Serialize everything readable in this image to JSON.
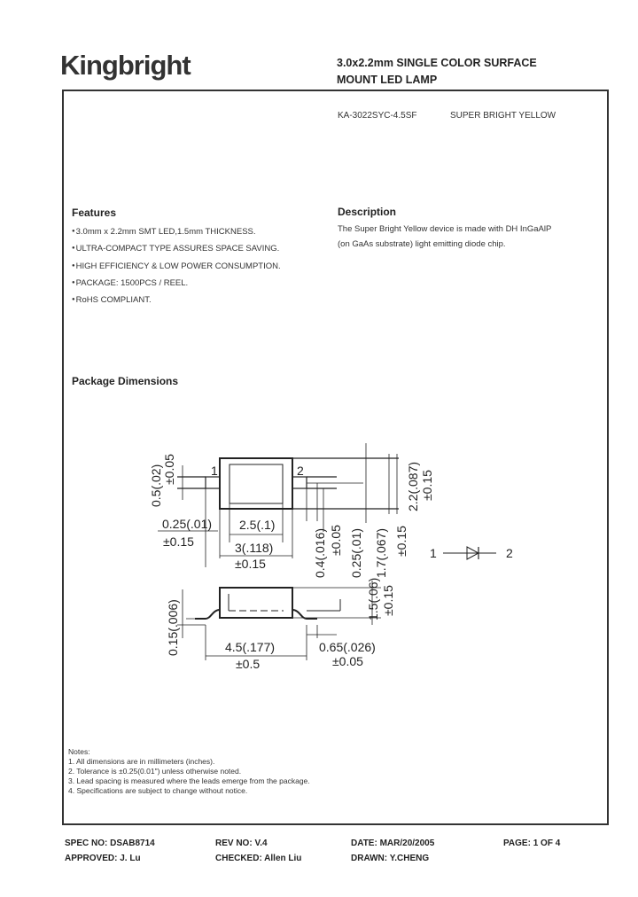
{
  "header": {
    "logo": "Kingbright",
    "title_line1": "3.0x2.2mm SINGLE COLOR SURFACE",
    "title_line2": "MOUNT LED LAMP"
  },
  "part": {
    "number": "KA-3022SYC-4.5SF",
    "description": "SUPER BRIGHT YELLOW"
  },
  "features": {
    "heading": "Features",
    "items": [
      "3.0mm x 2.2mm SMT LED,1.5mm THICKNESS.",
      "ULTRA-COMPACT TYPE ASSURES SPACE SAVING.",
      "HIGH EFFICIENCY & LOW POWER CONSUMPTION.",
      "PACKAGE: 1500PCS / REEL.",
      "RoHS COMPLIANT."
    ]
  },
  "description": {
    "heading": "Description",
    "line1": "The Super Bright Yellow device is made with DH InGaAlP",
    "line2": "(on GaAs substrate) light emitting diode chip."
  },
  "package": {
    "heading": "Package Dimensions",
    "pin1": "1",
    "pin2": "2",
    "schematic_pin1": "1",
    "schematic_pin2": "2",
    "dims": {
      "lead_height": "0.5(.02)",
      "lead_height_tol": "±0.05",
      "lead_w": "0.25(.01)",
      "lead_w_tol": "±0.15",
      "inner_w": "2.5(.1)",
      "body_w": "3(.118)",
      "body_w_tol": "±0.15",
      "v1": "0.4(.016)",
      "v1_tol": "±0.05",
      "v2": "0.25(.01)",
      "v3": "1.7(.067)",
      "v3_tol": "±0.15",
      "body_h": "2.2(.087)",
      "body_h_tol": "±0.15",
      "side_lead_t": "0.15(.006)",
      "total_len": "4.5(.177)",
      "total_len_tol": "±0.5",
      "pad": "0.65(.026)",
      "pad_tol": "±0.05",
      "thickness": "1.5(.06)",
      "thickness_tol": "±0.15"
    }
  },
  "notes": {
    "heading": "Notes:",
    "items": [
      "1. All dimensions are in millimeters (inches).",
      "2. Tolerance is ±0.25(0.01\") unless otherwise noted.",
      "3. Lead spacing is measured where the leads emerge from the package.",
      "4. Specifications are subject to change without notice."
    ]
  },
  "footer": {
    "spec_no": "SPEC NO: DSAB8714",
    "rev_no": "REV NO: V.4",
    "date": "DATE: MAR/20/2005",
    "page": "PAGE:  1 OF 4",
    "approved": "APPROVED: J. Lu",
    "checked": "CHECKED: Allen Liu",
    "drawn": "DRAWN: Y.CHENG"
  }
}
